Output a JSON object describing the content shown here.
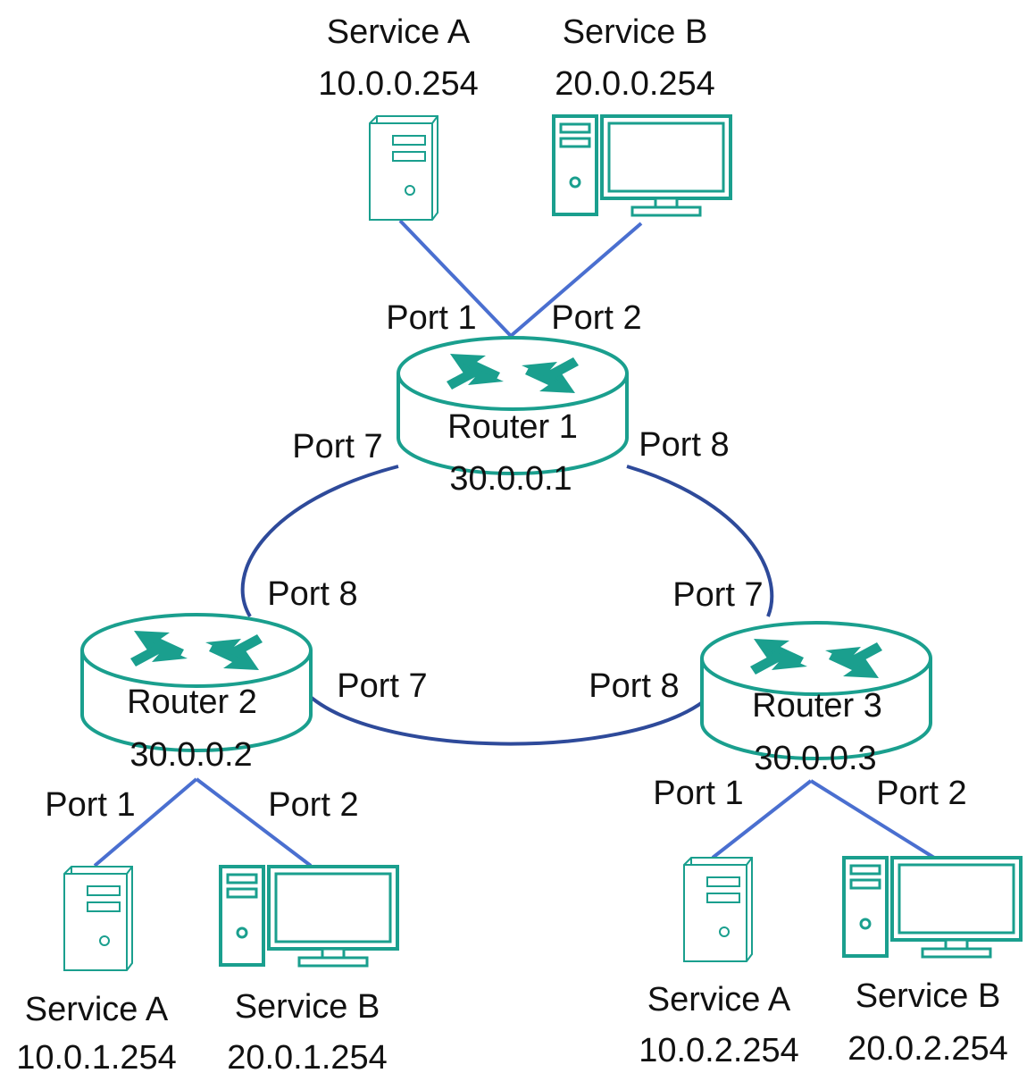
{
  "colors": {
    "device": "#1a9f8e",
    "device_fill": "#ffffff",
    "access_link": "#4a6fd0",
    "ring_link": "#2e4a9a",
    "text": "#111111"
  },
  "routers": [
    {
      "id": "r1",
      "name": "Router 1",
      "ip": "30.0.0.1"
    },
    {
      "id": "r2",
      "name": "Router 2",
      "ip": "30.0.0.2"
    },
    {
      "id": "r3",
      "name": "Router 3",
      "ip": "30.0.0.3"
    }
  ],
  "services": {
    "r1": [
      {
        "name": "Service A",
        "ip": "10.0.0.254",
        "icon": "server-tower-icon"
      },
      {
        "name": "Service B",
        "ip": "20.0.0.254",
        "icon": "desktop-computer-icon"
      }
    ],
    "r2": [
      {
        "name": "Service A",
        "ip": "10.0.1.254",
        "icon": "server-tower-icon"
      },
      {
        "name": "Service B",
        "ip": "20.0.1.254",
        "icon": "desktop-computer-icon"
      }
    ],
    "r3": [
      {
        "name": "Service A",
        "ip": "10.0.2.254",
        "icon": "server-tower-icon"
      },
      {
        "name": "Service B",
        "ip": "20.0.2.254",
        "icon": "desktop-computer-icon"
      }
    ]
  },
  "ports": {
    "r1": {
      "service_a": "Port 1",
      "service_b": "Port 2",
      "to_r2": "Port 7",
      "to_r3": "Port 8"
    },
    "r2": {
      "to_r1": "Port 8",
      "to_r3": "Port 7",
      "service_a": "Port 1",
      "service_b": "Port 2"
    },
    "r3": {
      "to_r1": "Port 7",
      "to_r2": "Port 8",
      "service_a": "Port 1",
      "service_b": "Port 2"
    }
  }
}
